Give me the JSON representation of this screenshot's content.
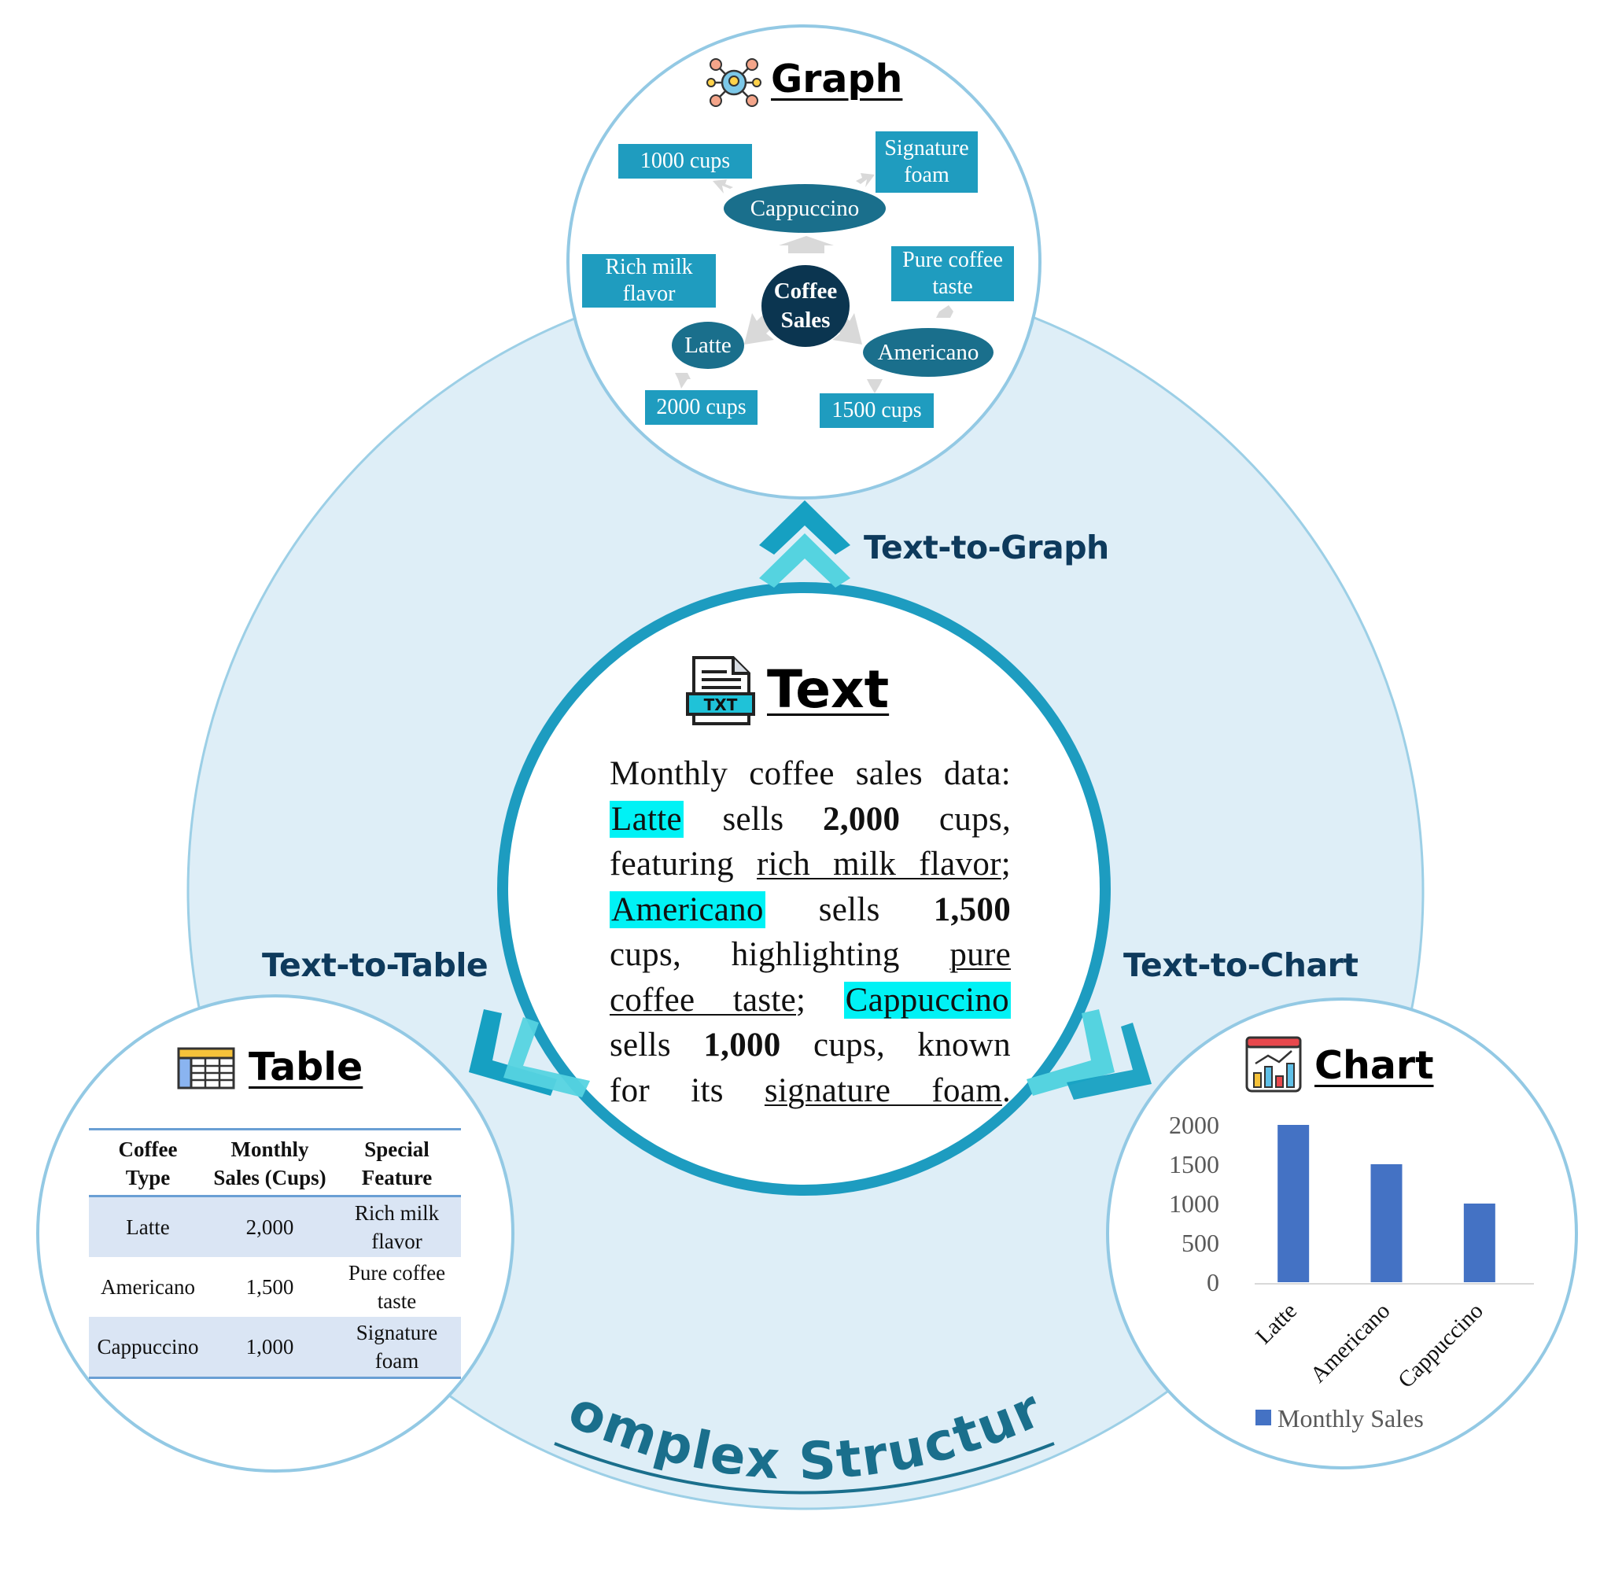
{
  "center": {
    "title": "Text",
    "icon": "txt-file-icon",
    "icon_label": "TXT"
  },
  "passage": {
    "p1": "Monthly coffee sales data:",
    "latte": "Latte",
    "sells": "sells",
    "latte_qty": "2,000",
    "cups_comma": "cups,",
    "featuring": "featuring",
    "latte_feature": "rich milk flavor",
    "semicolon": ";",
    "americano": "Americano",
    "americano_qty": "1,500",
    "highlighting": "cups, highlighting",
    "pure": "pure",
    "coffee_taste": "coffee taste",
    "cappuccino": "Cappuccino",
    "cappuccino_qty": "1,000",
    "known": "cups, known",
    "for_its": "for its",
    "cappuccino_feature": "signature foam",
    "period": "."
  },
  "arrows": {
    "graph": "Text-to-Graph",
    "table": "Text-to-Table",
    "chart": "Text-to-Chart"
  },
  "graph": {
    "title": "Graph",
    "icon": "network-bulb-icon",
    "root": [
      "Coffee",
      "Sales"
    ],
    "cappuccino": "Cappuccino",
    "latte": "Latte",
    "americano": "Americano",
    "cap_cups": "1000 cups",
    "cap_feature": [
      "Signature",
      "foam"
    ],
    "latte_feature": [
      "Rich milk",
      "flavor"
    ],
    "latte_cups": "2000 cups",
    "americano_feature": [
      "Pure coffee",
      "taste"
    ],
    "americano_cups": "1500 cups"
  },
  "table": {
    "title": "Table",
    "icon": "spreadsheet-icon",
    "headers": [
      [
        "Coffee",
        "Type"
      ],
      [
        "Monthly",
        "Sales (Cups)"
      ],
      [
        "Special",
        "Feature"
      ]
    ],
    "rows": [
      [
        "Latte",
        "2,000",
        [
          "Rich milk",
          "flavor"
        ]
      ],
      [
        "Americano",
        "1,500",
        [
          "Pure coffee",
          "taste"
        ]
      ],
      [
        "Cappuccino",
        "1,000",
        [
          "Signature",
          "foam"
        ]
      ]
    ]
  },
  "chart": {
    "title": "Chart",
    "icon": "bar-chart-icon"
  },
  "chart_data": {
    "type": "bar",
    "categories": [
      "Latte",
      "Americano",
      "Cappuccino"
    ],
    "series": [
      {
        "name": "Monthly Sales",
        "values": [
          2000,
          1500,
          1000
        ]
      }
    ],
    "yticks": [
      "2000",
      "1500",
      "1000",
      "500",
      "0"
    ],
    "ylim": [
      0,
      2000
    ],
    "bar_color": "#4472c4",
    "legend": "bottom"
  },
  "footer": {
    "label": "Complex Structure"
  },
  "colors": {
    "big_circle": "#deeef7",
    "ring": "#1d9cc0",
    "accent_dark": "#0e3a5c",
    "highlight": "#00f2f5",
    "node_fill": "#1a6f8c",
    "box_fill": "#1f9cbf"
  }
}
